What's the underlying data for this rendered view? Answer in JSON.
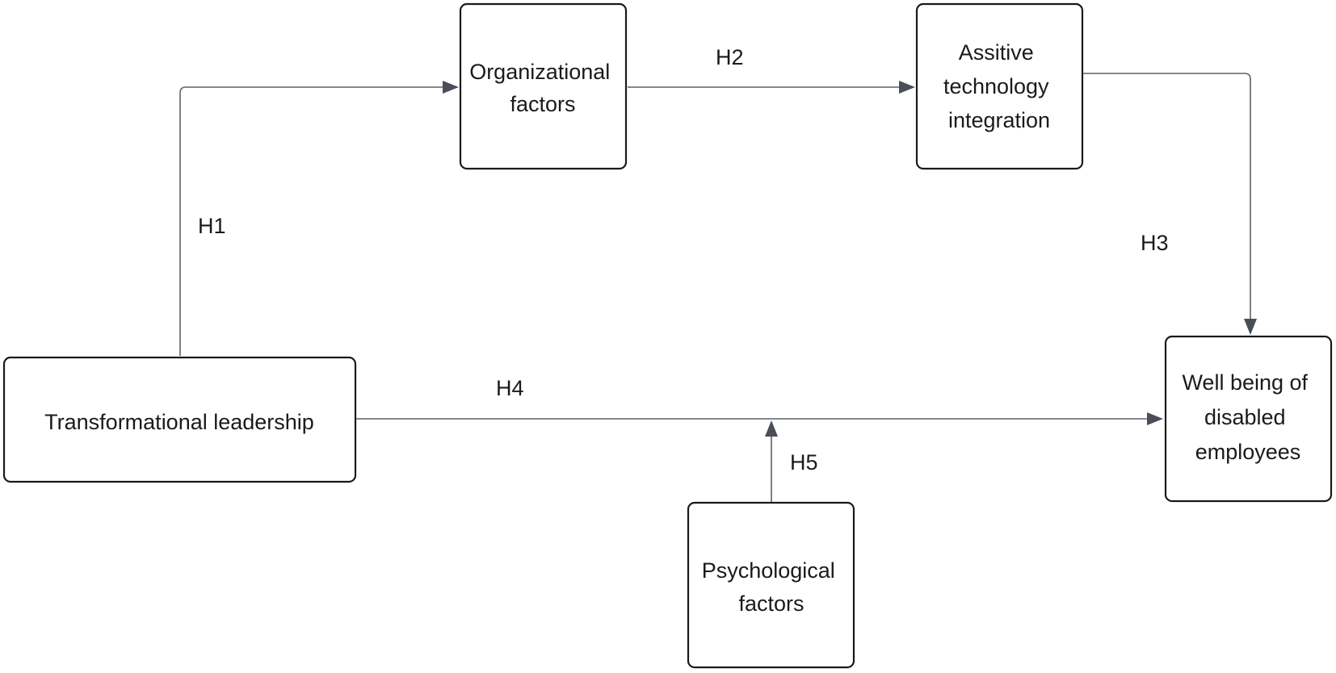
{
  "nodes": {
    "organizational": {
      "lines": [
        "Organizational",
        "factors"
      ]
    },
    "assistive": {
      "lines": [
        "Assitive",
        "technology",
        "integration"
      ]
    },
    "leadership": {
      "lines": [
        "Transformational leadership"
      ]
    },
    "wellbeing": {
      "lines": [
        "Well being of",
        "disabled",
        "employees"
      ]
    },
    "psychological": {
      "lines": [
        "Psychological",
        "factors"
      ]
    }
  },
  "edges": {
    "h1": {
      "label": "H1",
      "from": "Transformational leadership",
      "to": "Organizational factors"
    },
    "h2": {
      "label": "H2",
      "from": "Organizational factors",
      "to": "Assitive technology integration"
    },
    "h3": {
      "label": "H3",
      "from": "Assitive technology integration",
      "to": "Well being of disabled employees"
    },
    "h4": {
      "label": "H4",
      "from": "Transformational leadership",
      "to": "Well being of disabled employees"
    },
    "h5": {
      "label": "H5",
      "from": "Psychological factors",
      "to": "H4 relationship"
    }
  }
}
